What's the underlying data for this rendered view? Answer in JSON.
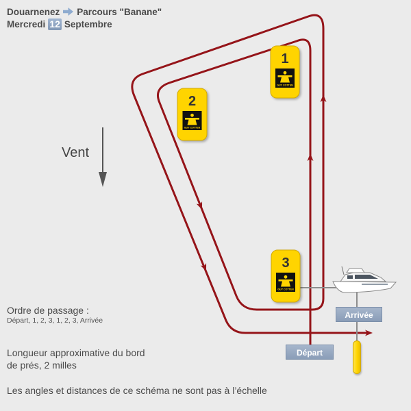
{
  "header": {
    "location": "Douarnenez",
    "course": "Parcours \"Banane\"",
    "day": "Mercredi",
    "date": "12",
    "month": "Septembre"
  },
  "wind": {
    "label": "Vent"
  },
  "buoys": [
    {
      "number": "1",
      "sponsor": "GUY COTTEN"
    },
    {
      "number": "2",
      "sponsor": "GUY COTTEN"
    },
    {
      "number": "3",
      "sponsor": "GUY COTTEN"
    }
  ],
  "start": {
    "label": "Départ"
  },
  "finish": {
    "label": "Arrivée"
  },
  "notes": {
    "order_title": "Ordre de passage :",
    "order": "Départ, 1, 2, 3, 1, 2, 3, Arrivée",
    "length_line1": "Longueur approximative du bord",
    "length_line2": "de prés, 2 milles",
    "scale": "Les angles et distances de ce schéma ne sont pas à l’échelle"
  },
  "icons": {
    "header_arrow": "arrow-right-icon",
    "wind": "wind-direction-arrow-icon",
    "committee_boat": "motor-yacht-icon",
    "buoy_logo": "sponsor-logo"
  },
  "colors": {
    "background": "#ebebeb",
    "course": "#951419",
    "buoy": "#ffd400",
    "buoy_outline": "#d2a900",
    "label": "#8a9db8",
    "text": "#4a4a4a",
    "guide_line": "#8d8d8d"
  }
}
